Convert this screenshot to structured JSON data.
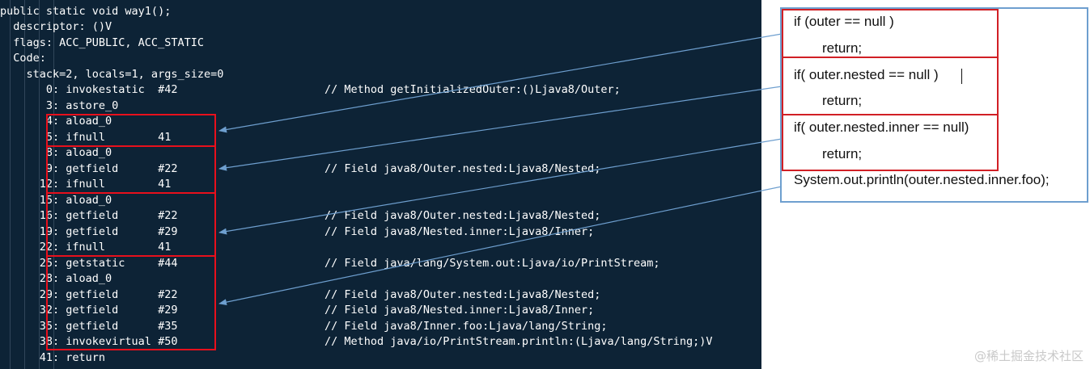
{
  "bytecode": {
    "lines": [
      {
        "text": "public static void way1();",
        "comment": ""
      },
      {
        "text": "  descriptor: ()V",
        "comment": ""
      },
      {
        "text": "  flags: ACC_PUBLIC, ACC_STATIC",
        "comment": ""
      },
      {
        "text": "  Code:",
        "comment": ""
      },
      {
        "text": "    stack=2, locals=1, args_size=0",
        "comment": ""
      },
      {
        "text": "       0: invokestatic  #42",
        "comment": "// Method getInitializedOuter:()Ljava8/Outer;"
      },
      {
        "text": "       3: astore_0",
        "comment": ""
      },
      {
        "text": "       4: aload_0",
        "comment": ""
      },
      {
        "text": "       5: ifnull        41",
        "comment": ""
      },
      {
        "text": "       8: aload_0",
        "comment": ""
      },
      {
        "text": "       9: getfield      #22",
        "comment": "// Field java8/Outer.nested:Ljava8/Nested;"
      },
      {
        "text": "      12: ifnull        41",
        "comment": ""
      },
      {
        "text": "      15: aload_0",
        "comment": ""
      },
      {
        "text": "      16: getfield      #22",
        "comment": "// Field java8/Outer.nested:Ljava8/Nested;"
      },
      {
        "text": "      19: getfield      #29",
        "comment": "// Field java8/Nested.inner:Ljava8/Inner;"
      },
      {
        "text": "      22: ifnull        41",
        "comment": ""
      },
      {
        "text": "      25: getstatic     #44",
        "comment": "// Field java/lang/System.out:Ljava/io/PrintStream;"
      },
      {
        "text": "      28: aload_0",
        "comment": ""
      },
      {
        "text": "      29: getfield      #22",
        "comment": "// Field java8/Outer.nested:Ljava8/Nested;"
      },
      {
        "text": "      32: getfield      #29",
        "comment": "// Field java8/Nested.inner:Ljava8/Inner;"
      },
      {
        "text": "      35: getfield      #35",
        "comment": "// Field java8/Inner.foo:Ljava/lang/String;"
      },
      {
        "text": "      38: invokevirtual #50",
        "comment": "// Method java/io/PrintStream.println:(Ljava/lang/String;)V"
      },
      {
        "text": "      41: return",
        "comment": ""
      }
    ]
  },
  "source": {
    "line1": "if (outer == null )",
    "line2": "return;",
    "line3": "if( outer.nested == null )",
    "line4": "return;",
    "line5": "if( outer.nested.inner == null)",
    "line6": "return;",
    "line7": "System.out.println(outer.nested.inner.foo);"
  },
  "colors": {
    "code_background": "#0d2336",
    "highlight_border": "#e8101c",
    "arrow": "#6e9fcf",
    "source_border": "#6e9fcf"
  },
  "watermark": "@稀土掘金技术社区"
}
